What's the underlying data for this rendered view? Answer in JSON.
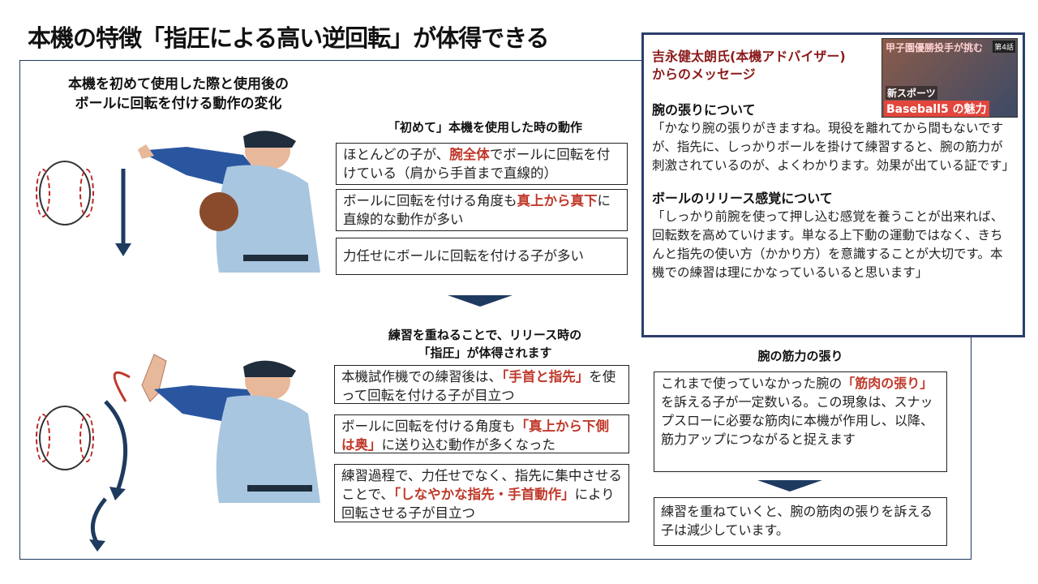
{
  "page_title": "本機の特徴「指圧による高い逆回転」が体得できる",
  "left_heading": [
    "本機を初めて使用した際と使用後の",
    "ボールに回転を付ける動作の変化"
  ],
  "first_use": {
    "heading": "「初めて」本機を使用した時の動作",
    "items": [
      {
        "pre": "ほとんどの子が、",
        "hl": "腕全体",
        "post": "でボールに回転を付けている（肩から手首まで直線的）"
      },
      {
        "pre": "ボールに回転を付ける角度も",
        "hl": "真上から真下",
        "post": "に直線的な動作が多い"
      },
      {
        "pre": "力任せにボールに回転を付ける子が多い",
        "hl": "",
        "post": ""
      }
    ]
  },
  "after_practice": {
    "heading": [
      "練習を重ねることで、リリース時の",
      "「指圧」が体得されます"
    ],
    "items": [
      {
        "pre": "本機試作機での練習後は、",
        "hl": "「手首と指先」",
        "post": "を使って回転を付ける子が目立つ"
      },
      {
        "pre": "ボールに回転を付ける角度も",
        "hl": "「真上から下側は奥」",
        "post": "に送り込む動作が多くなった"
      },
      {
        "pre": "練習過程で、力任せでなく、指先に集中させることで、",
        "hl": "「しなやかな指先・手首動作」",
        "post": "により回転させる子が目立つ"
      }
    ]
  },
  "message": {
    "title": [
      "吉永健太朗氏(本機アドバイザー)",
      "からのメッセージ"
    ],
    "thumbnail": {
      "top": "甲子園優勝投手が挑む",
      "badge": "第4話",
      "mid": "新スポーツ",
      "bottom": "Baseball5 の魅力"
    },
    "sections": [
      {
        "heading": "腕の張りについて",
        "text": "「かなり腕の張りがきますね。現役を離れてから間もないですが、指先に、しっかりボールを掛けて練習すると、腕の筋力が刺激されているのが、よくわかります。効果が出ている証です」"
      },
      {
        "heading": "ボールのリリース感覚について",
        "text": "「しっかり前腕を使って押し込む感覚を養うことが出来れば、回転数を高めていけます。単なる上下動の運動ではなく、きちんと指先の使い方（かかり方）を意識することが大切です。本機での練習は理にかなっているいると思います」"
      }
    ]
  },
  "muscle": {
    "heading": "腕の筋力の張り",
    "box1": {
      "pre": "これまで使っていなかった腕の",
      "hl": "「筋肉の張り」",
      "post": "を訴える子が一定数いる。この現象は、スナップスローに必要な筋肉に本機が作用し、以降、筋力アップにつながると捉えます"
    },
    "box2": "練習を重ねていくと、腕の筋肉の張りを訴える子は減少しています。"
  },
  "colors": {
    "accent": "#c0392b",
    "navy": "#1e3a5f",
    "message_title": "#8b1a1a"
  }
}
